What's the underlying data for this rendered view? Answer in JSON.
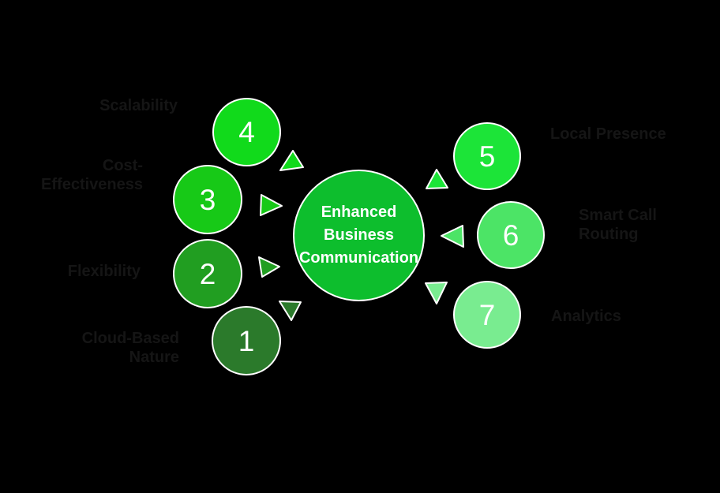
{
  "background": "#000000",
  "center": {
    "text": "Enhanced\nBusiness\nCommunication",
    "color": "#0dbe2d",
    "text_color": "#ffffff"
  },
  "items": [
    {
      "number": "1",
      "label": "Cloud-Based\nNature",
      "color": "#2b7a2b"
    },
    {
      "number": "2",
      "label": "Flexibility",
      "color": "#219e21"
    },
    {
      "number": "3",
      "label": "Cost-\nEffectiveness",
      "color": "#17c917"
    },
    {
      "number": "4",
      "label": "Scalability",
      "color": "#11da1b"
    },
    {
      "number": "5",
      "label": "Local Presence",
      "color": "#1ce438"
    },
    {
      "number": "6",
      "label": "Smart Call\nRouting",
      "color": "#4ce466"
    },
    {
      "number": "7",
      "label": "Analytics",
      "color": "#79ec90"
    }
  ],
  "label_color": "#151515",
  "stroke_color": "#ffffff"
}
